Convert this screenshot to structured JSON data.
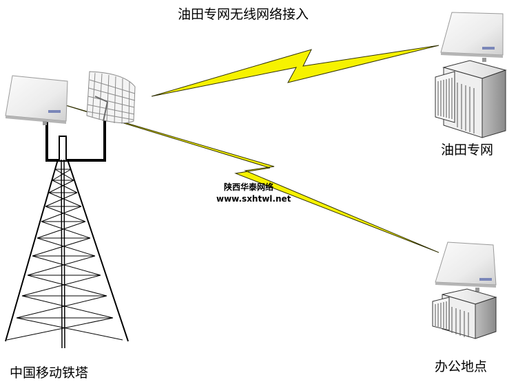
{
  "title": "油田专网无线网络接入",
  "nodes": {
    "oilfield_label": "油田专网",
    "office_label": "办公地点",
    "tower_label": "中国移动铁塔"
  },
  "watermark": {
    "line1": "陕西华泰网络",
    "line2": "www.sxhtwl.net"
  },
  "colors": {
    "link_fill": "#f6f200",
    "link_stroke": "#2f2f00",
    "panel": "#f1f1f1",
    "tower_line": "#000000"
  }
}
